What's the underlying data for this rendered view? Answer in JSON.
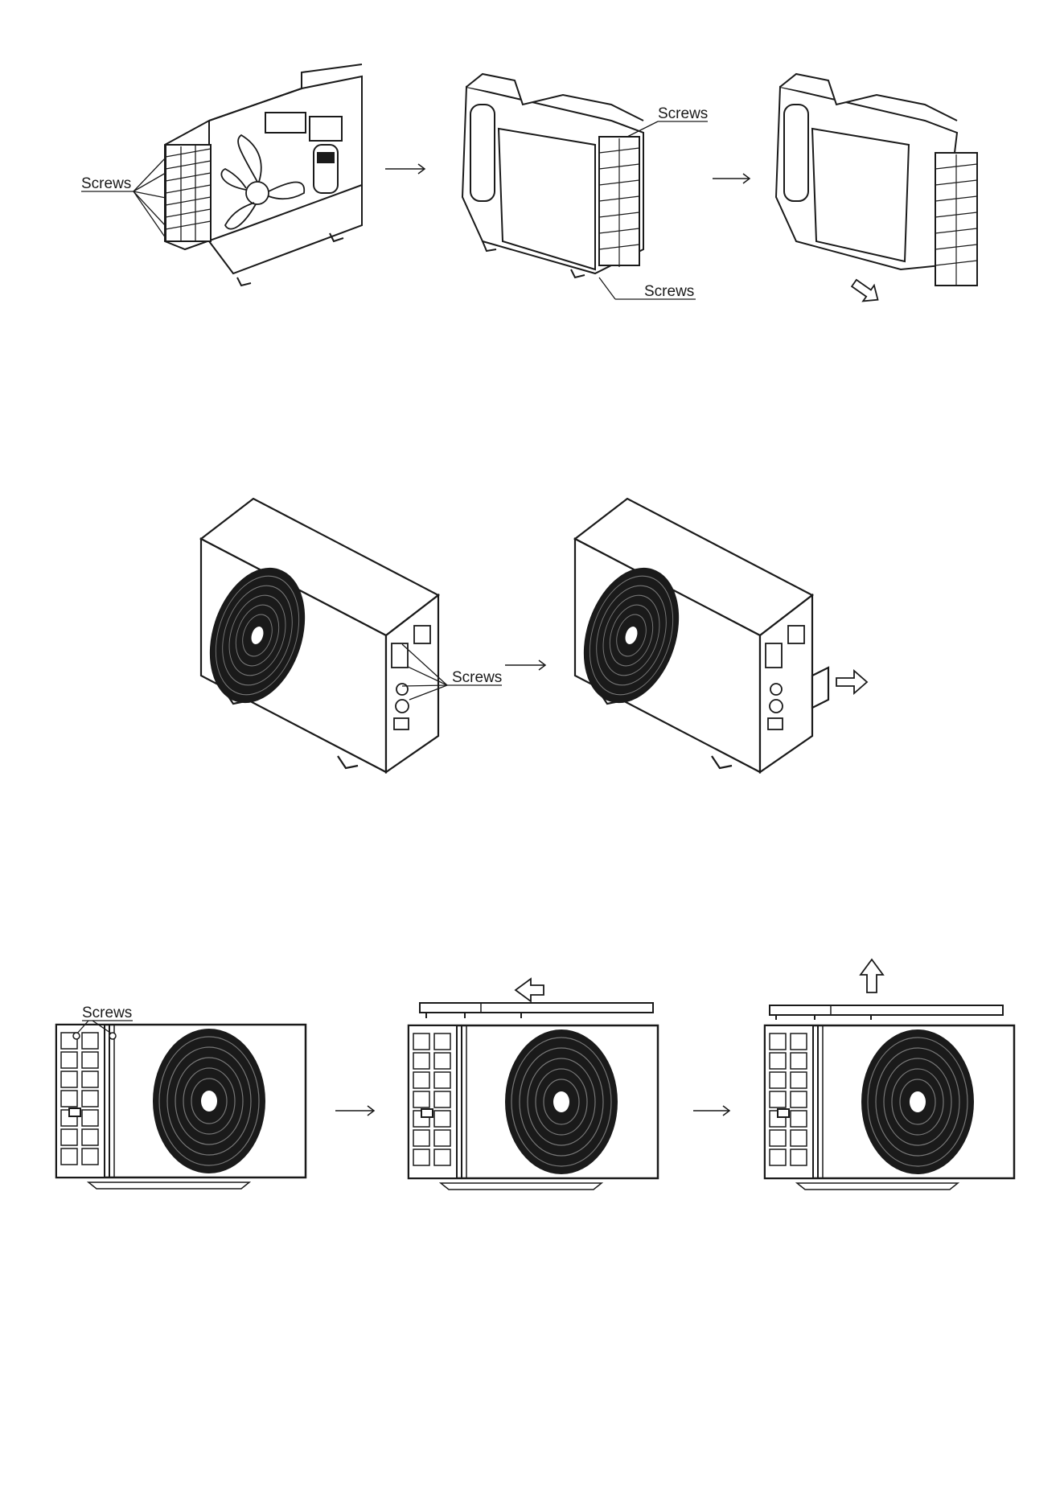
{
  "colors": {
    "ink": "#1a1a1a",
    "paper": "#ffffff"
  },
  "labels": {
    "s1_left_screws": "Screws",
    "s1_mid_screws_top": "Screws",
    "s1_mid_screws_bottom": "Screws",
    "s2_screws": "Screws",
    "s3_screws": "Screws"
  },
  "icons": {
    "step_arrow": "thin-right-arrow",
    "remove_arrow": "hollow-block-arrow"
  }
}
